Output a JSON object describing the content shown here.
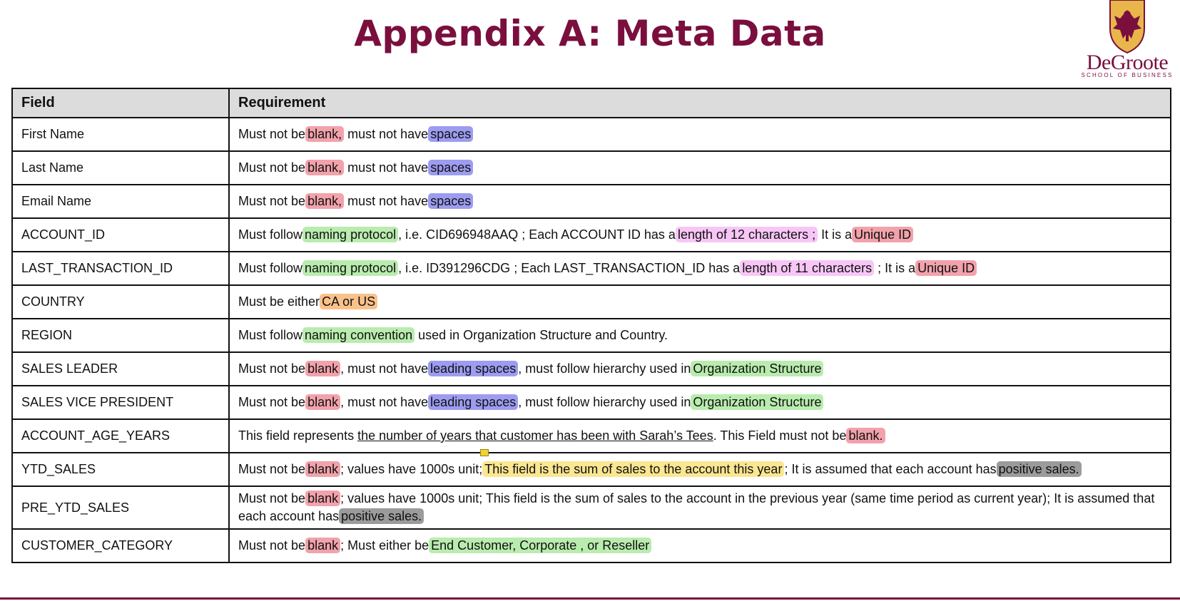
{
  "page": {
    "title": "Appendix A: Meta Data",
    "logo": {
      "name": "DeGroote",
      "subtitle": "SCHOOL OF BUSINESS",
      "brand_color": "#7a0f3e",
      "crest_color": "#e8b64a"
    }
  },
  "table": {
    "headers": {
      "field": "Field",
      "requirement": "Requirement"
    },
    "highlight_colors": {
      "pink": "#f2a2ab",
      "blue": "#9d9cf1",
      "green": "#b9ecae",
      "light_pink": "#f8c6f6",
      "orange": "#f9c28a",
      "yellow": "#fbe691",
      "grey": "#9b9b9b"
    },
    "rows": [
      {
        "field": "First Name",
        "parts": [
          "Must not be",
          "blank,",
          " must not have",
          "spaces"
        ]
      },
      {
        "field": "Last Name",
        "parts": [
          "Must not be",
          "blank,",
          " must not have",
          "spaces"
        ]
      },
      {
        "field": "Email Name",
        "parts": [
          "Must not be",
          "blank,",
          " must not have",
          "spaces"
        ]
      },
      {
        "field": "ACCOUNT_ID",
        "parts": [
          "Must follow",
          "naming protocol",
          ", i.e. CID696948AAQ  ; Each ACCOUNT ID has a",
          "length of 12 characters ;",
          " It is a",
          "Unique ID"
        ]
      },
      {
        "field": "LAST_TRANSACTION_ID",
        "parts": [
          "Must follow",
          "naming protocol",
          ", i.e. ID391296CDG ; Each LAST_TRANSACTION_ID has a",
          "length of 11 characters",
          " ; It is a",
          "Unique ID"
        ]
      },
      {
        "field": "COUNTRY",
        "parts": [
          "Must be either",
          "CA or US"
        ]
      },
      {
        "field": "REGION",
        "parts": [
          "Must follow",
          "naming convention",
          " used in Organization Structure and Country."
        ]
      },
      {
        "field": "SALES LEADER",
        "parts": [
          "Must not be",
          "blank",
          ", must not have",
          "leading spaces",
          ", must follow hierarchy used in",
          "Organization Structure"
        ]
      },
      {
        "field": "SALES VICE PRESIDENT",
        "parts": [
          "Must not be",
          "blank",
          ", must not have",
          "leading spaces",
          ", must follow hierarchy used in",
          "Organization Structure"
        ]
      },
      {
        "field": "ACCOUNT_AGE_YEARS",
        "parts": [
          "This field represents ",
          "the number of years that customer has been with Sarah’s Tees",
          ". This Field must not be",
          "blank."
        ]
      },
      {
        "field": "YTD_SALES",
        "parts": [
          "Must not be",
          "blank",
          "; values have 1000s unit;",
          "This field is the sum of sales to the account this year",
          "; It is assumed that each account has",
          "positive sales."
        ]
      },
      {
        "field": "PRE_YTD_SALES",
        "parts": [
          "Must not be",
          "blank",
          "; values have 1000s unit; This field is the sum of sales to the account in the previous year (same time period as current year); It is assumed that each account has",
          "positive sales."
        ]
      },
      {
        "field": "CUSTOMER_CATEGORY",
        "parts": [
          "Must not be",
          "blank",
          "; Must either be",
          "End Customer, Corporate , or Reseller"
        ]
      }
    ]
  }
}
